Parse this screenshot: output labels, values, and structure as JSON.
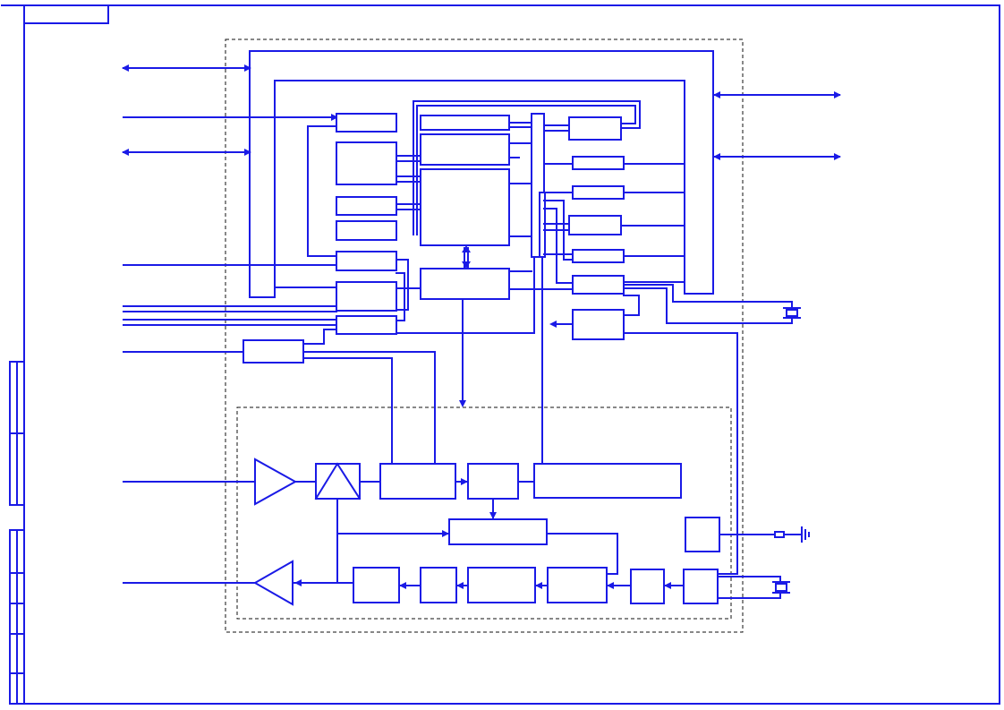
{
  "diagram": {
    "colors": {
      "line": "#1a1ae6",
      "boundary": "#111111",
      "background": "#ffffff"
    },
    "blocks": [
      "digital-block-1",
      "digital-block-2",
      "digital-block-3",
      "digital-block-4",
      "digital-block-5",
      "digital-block-6",
      "digital-block-7",
      "digital-block-8",
      "digital-block-9",
      "core-block-1",
      "core-block-2",
      "core-block-3",
      "core-block-4",
      "output-block-1",
      "output-block-2",
      "output-block-3",
      "output-block-4",
      "output-block-5",
      "output-block-6",
      "output-block-7",
      "analog-block-1",
      "analog-block-2",
      "analog-block-3",
      "analog-block-4",
      "analog-block-5",
      "analog-block-6",
      "analog-block-7",
      "analog-block-8",
      "analog-block-9",
      "analog-block-10",
      "analog-block-11"
    ],
    "symbols": [
      "input-amplifier-icon",
      "output-amplifier-icon",
      "converter-icon",
      "crystal-icon",
      "ground-icon"
    ]
  }
}
